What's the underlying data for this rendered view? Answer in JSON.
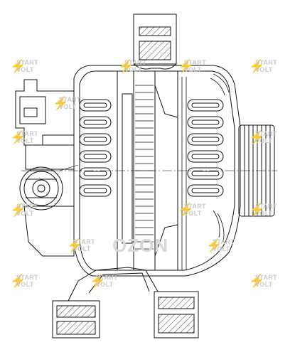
{
  "watermark": {
    "line1": "START",
    "line2": "VOLT",
    "bolt": "⚡"
  },
  "watermark_brand": "OZON"
}
